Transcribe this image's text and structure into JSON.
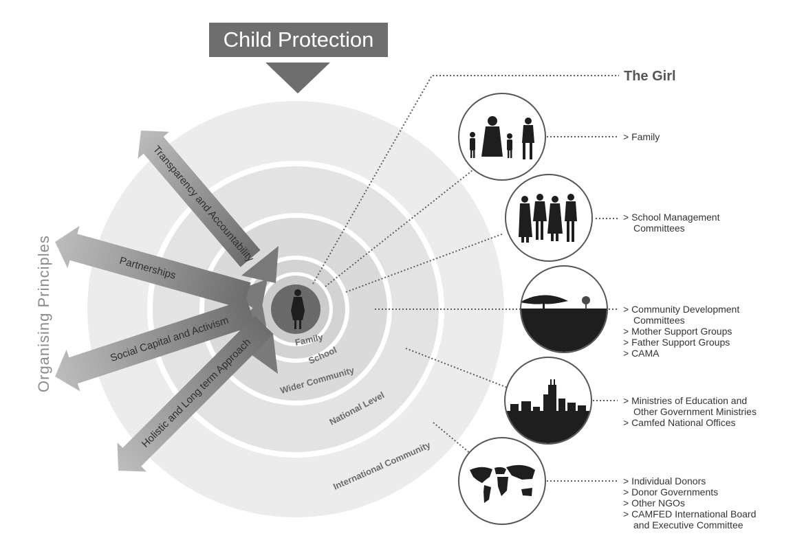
{
  "header": {
    "title": "Child Protection"
  },
  "principles_title": "Organising Principles",
  "principles": [
    "Transparency and Accountability",
    "Partnerships",
    "Social Capital and Activism",
    "Holistic and Long term Approach"
  ],
  "rings": [
    "Family",
    "School",
    "Wider Community",
    "National Level",
    "International Community"
  ],
  "center": {
    "title": "The Girl"
  },
  "stakeholders": [
    {
      "icon": "family-silhouette-icon",
      "lines": [
        "> Family"
      ]
    },
    {
      "icon": "committee-silhouette-icon",
      "lines": [
        "> School Management",
        "Committees"
      ]
    },
    {
      "icon": "acacia-landscape-icon",
      "lines": [
        "> Community Development",
        "Committees",
        "> Mother Support Groups",
        "> Father Support Groups",
        "> CAMA"
      ]
    },
    {
      "icon": "city-skyline-icon",
      "lines": [
        "> Ministries of Education and",
        "Other Government Ministries",
        "> Camfed National Offices"
      ]
    },
    {
      "icon": "world-map-icon",
      "lines": [
        "> Individual Donors",
        "> Donor Governments",
        "> Other NGOs",
        "> CAMFED International Board",
        "and Executive Committee"
      ]
    }
  ]
}
